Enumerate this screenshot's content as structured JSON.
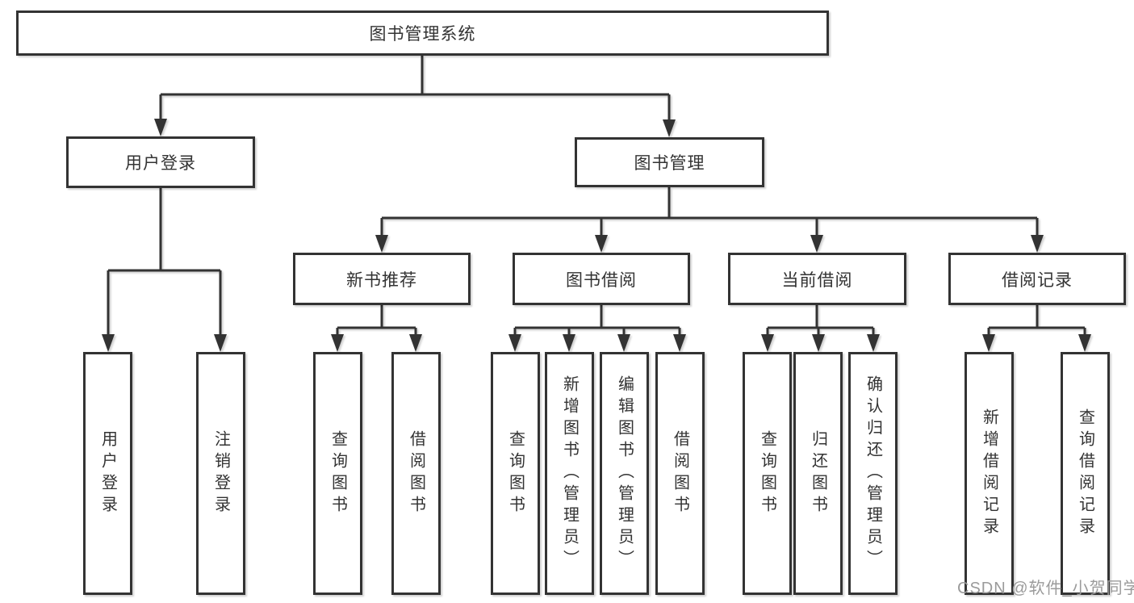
{
  "tree": {
    "label": "图书管理系统",
    "children": [
      {
        "label": "用户登录",
        "children": [
          {
            "label": "用户登录"
          },
          {
            "label": "注销登录"
          }
        ]
      },
      {
        "label": "图书管理",
        "children": [
          {
            "label": "新书推荐",
            "children": [
              {
                "label": "查询图书"
              },
              {
                "label": "借阅图书"
              }
            ]
          },
          {
            "label": "图书借阅",
            "children": [
              {
                "label": "查询图书"
              },
              {
                "label": "新增图书（管理员）"
              },
              {
                "label": "编辑图书（管理员）"
              },
              {
                "label": "借阅图书"
              }
            ]
          },
          {
            "label": "当前借阅",
            "children": [
              {
                "label": "查询图书"
              },
              {
                "label": "归还图书"
              },
              {
                "label": "确认归还（管理员）"
              }
            ]
          },
          {
            "label": "借阅记录",
            "children": [
              {
                "label": "新增借阅记录"
              },
              {
                "label": "查询借阅记录"
              }
            ]
          }
        ]
      }
    ]
  },
  "watermark": {
    "text": "CSDN @软件_小贺同学"
  },
  "colors": {
    "line": "#333333",
    "box_border": "#333333",
    "box_fill": "#ffffff",
    "text": "#333333",
    "watermark": "#9b9b9b",
    "background": "#ffffff"
  }
}
